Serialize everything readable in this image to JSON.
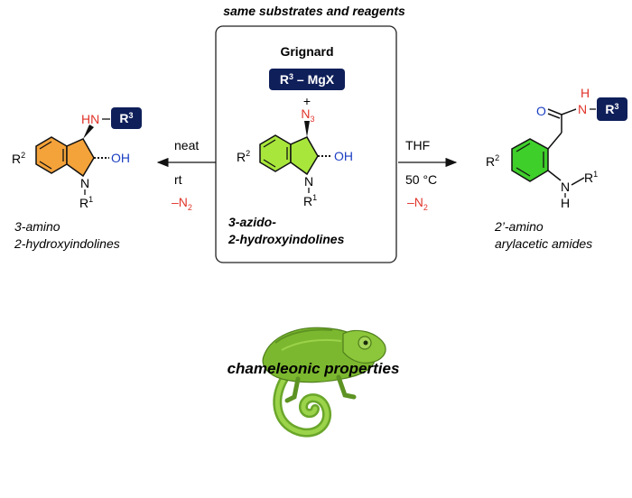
{
  "header": "same substrates and reagents",
  "center_box": {
    "reagent_title": "Grignard",
    "reagent_badge_parts": [
      "R",
      "3",
      " – MgX"
    ],
    "plus": "+",
    "azide_label": "N",
    "azide_sub": "3",
    "substituent_r2": "R",
    "substituent_r2_sup": "2",
    "oh": "OH",
    "n_atom": "N",
    "r1": "R",
    "r1_sup": "1",
    "name_line1": "3-azido-",
    "name_line2": "2-hydroxyindolines"
  },
  "left_arrow": {
    "condition1": "neat",
    "condition2": "rt",
    "condition3": "–N",
    "condition3_sub": "2"
  },
  "right_arrow": {
    "condition1": "THF",
    "condition2": "50 °C",
    "condition3": "–N",
    "condition3_sub": "2"
  },
  "left_product": {
    "hn": "HN",
    "r3_badge": "R",
    "r3_badge_sup": "3",
    "r2": "R",
    "r2_sup": "2",
    "oh": "OH",
    "n_atom": "N",
    "r1": "R",
    "r1_sup": "1",
    "name_line1": "3-amino",
    "name_line2": "2-hydroxyindolines"
  },
  "right_product": {
    "o": "O",
    "h": "H",
    "n": "N",
    "r3_badge": "R",
    "r3_badge_sup": "3",
    "r2": "R",
    "r2_sup": "2",
    "n_atom": "N",
    "h_atom": "H",
    "r1": "R",
    "r1_sup": "1",
    "name_line1": "2’-amino",
    "name_line2": "arylacetic amides"
  },
  "footer_caption": "chameleonic properties",
  "colors": {
    "red": "#e0342a",
    "blue": "#1b3fc2",
    "navy": "#0f1f5a",
    "orange": "#f4a23a",
    "lime": "#a8e63c",
    "green": "#3fcf2b",
    "chameleon": "#7cb82f"
  }
}
